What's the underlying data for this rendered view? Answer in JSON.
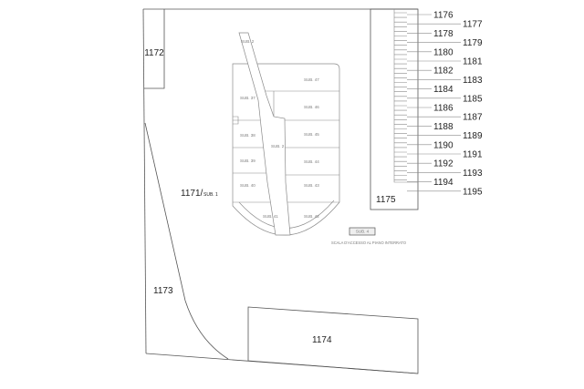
{
  "parcels": {
    "p1171": "1171/",
    "p1171_sub": "SUB. 1",
    "p1172": "1172",
    "p1173": "1173",
    "p1174": "1174",
    "p1175": "1175"
  },
  "strip_parcels": [
    "1176",
    "1177",
    "1178",
    "1179",
    "1180",
    "1181",
    "1182",
    "1183",
    "1184",
    "1185",
    "1186",
    "1187",
    "1188",
    "1189",
    "1190",
    "1191",
    "1192",
    "1193",
    "1194",
    "1195"
  ],
  "units": {
    "corridor_top": "SUB. 2",
    "corridor_mid": "SUB. 2",
    "u47": "SUB. 47",
    "u37": "SUB. 37",
    "u46": "SUB. 46",
    "u38": "SUB. 38",
    "u45": "SUB. 45",
    "u39": "SUB. 39",
    "u44": "SUB. 44",
    "u40": "SUB. 40",
    "u43": "SUB. 43",
    "u41": "SUB. 41",
    "u42": "SUB. 42"
  },
  "stair": {
    "badge": "SUB. 4",
    "caption": "SCALA D'ACCESSO AL PIANO INTERRATO"
  },
  "colors": {
    "line": "#555555",
    "building_line": "#8a8a8a",
    "text": "#222222",
    "unit_text": "#7a7a7a"
  }
}
